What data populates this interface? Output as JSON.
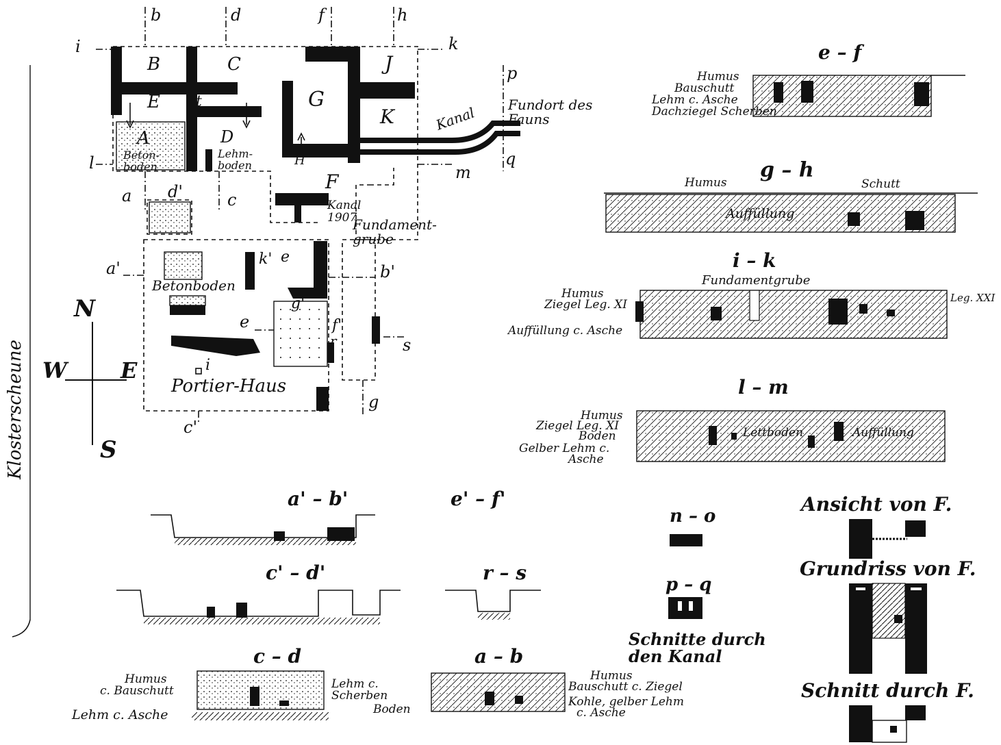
{
  "side_label": "Klosterscheune",
  "compass": {
    "n": "N",
    "w": "W",
    "e": "E",
    "s": "S"
  },
  "plan": {
    "section_letters": [
      "b",
      "d",
      "f",
      "h",
      "i",
      "k",
      "l",
      "m",
      "p",
      "q",
      "a",
      "c",
      "d'",
      "a'",
      "b'",
      "e",
      "e'",
      "f'",
      "g'",
      "k'",
      "g",
      "c'",
      "r",
      "s"
    ],
    "rooms": [
      "B",
      "C",
      "E",
      "t",
      "A",
      "D",
      "G",
      "J",
      "K",
      "H",
      "F"
    ],
    "room_a_text": "Beton-\nboden",
    "room_d_text": "Lehm-\nboden",
    "kanal": "Kanal",
    "fundort": "Fundort des\nFauns",
    "kanal_1907": "Kanal\n1907",
    "fundamentgrube": "Fundament-\ngrube",
    "betonboden": "Betonboden",
    "portier_i": "i",
    "portier_haus": "Portier-Haus"
  },
  "sections": {
    "ef": {
      "title": "e – f",
      "labels": [
        "Humus",
        "Bauschutt",
        "Lehm c. Asche",
        "Dachziegel Scherben"
      ]
    },
    "gh": {
      "title": "g – h",
      "labels": [
        "Humus",
        "Schutt",
        "Auffüllung"
      ]
    },
    "ik": {
      "title": "i – k",
      "sub": "Fundamentgrube",
      "labels": [
        "Humus",
        "Ziegel Leg. XI",
        "Auffüllung c. Asche",
        "Leg. XXI"
      ]
    },
    "lm": {
      "title": "l – m",
      "labels": [
        "Humus",
        "Ziegel Leg. XI",
        "Boden",
        "Gelber Lehm c.",
        "Asche",
        "Lettboden",
        "Auffüllung"
      ]
    },
    "ab_prime": {
      "title": "a' – b'"
    },
    "ef_prime": {
      "title": "e' – f'"
    },
    "cd_prime": {
      "title": "c' – d'"
    },
    "rs": {
      "title": "r – s"
    },
    "no": {
      "title": "n – o"
    },
    "pq": {
      "title": "p – q"
    },
    "kanal_caption": "Schnitte durch\nden Kanal",
    "cd": {
      "title": "c – d",
      "labels": [
        "Humus",
        "c. Bauschutt",
        "Lehm c. Asche",
        "Lehm c.",
        "Scherben",
        "Boden"
      ]
    },
    "ab": {
      "title": "a – b",
      "labels": [
        "Humus",
        "Bauschutt c. Ziegel",
        "Kohle, gelber Lehm",
        "c. Asche"
      ]
    },
    "ansicht": "Ansicht von F.",
    "grundriss": "Grundriss von F.",
    "schnitt": "Schnitt durch F."
  }
}
